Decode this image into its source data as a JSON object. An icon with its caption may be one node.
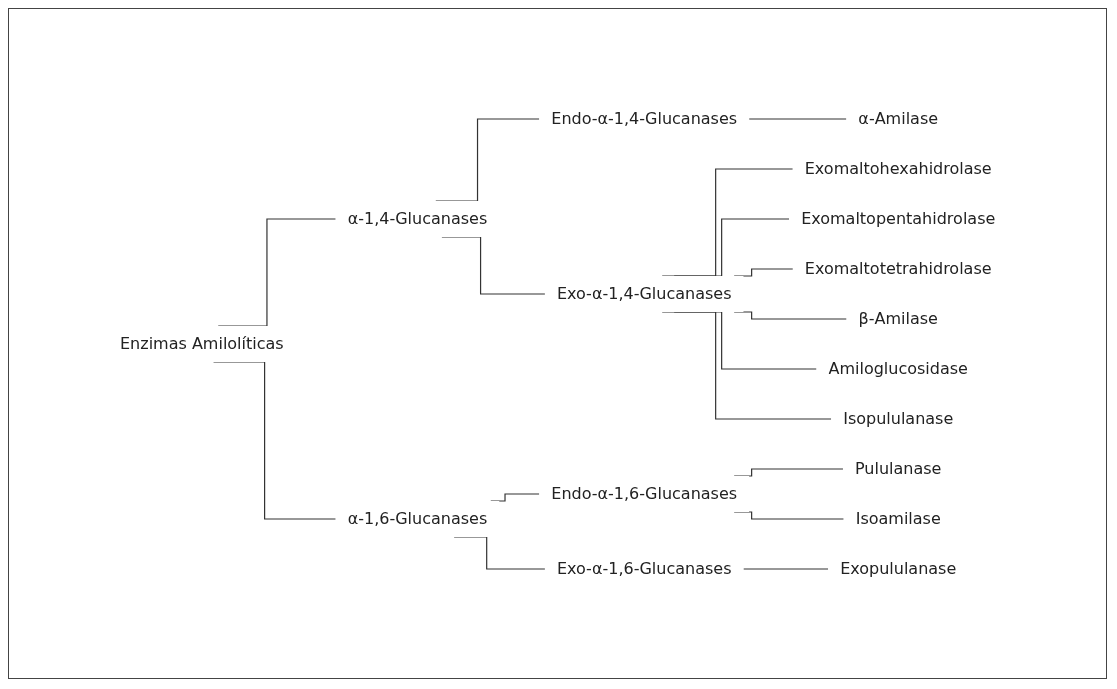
{
  "diagram": {
    "nodes": [
      {
        "text": [
          "Enzimas Amilolíticas"
        ]
      },
      {
        "text": [
          "α-1,4-Glucanases"
        ]
      },
      {
        "text": [
          "Endo-α-1,4-Glucanases"
        ]
      },
      {
        "text": [
          "α-Amilase"
        ]
      },
      {
        "text": [
          "Exo-α-1,4-Glucanases"
        ]
      },
      {
        "text": [
          "Exomaltohexahidrolase"
        ]
      },
      {
        "text": [
          "Exomaltopentahidrolase"
        ]
      },
      {
        "text": [
          "Exomaltotetrahidrolase"
        ]
      },
      {
        "text": [
          "β-Amilase"
        ]
      },
      {
        "text": [
          "Amiloglucosidase"
        ]
      },
      {
        "text": [
          "Isopululanase"
        ]
      },
      {
        "text": [
          "α-1,6-Glucanases"
        ]
      },
      {
        "text": [
          "Endo-α-1,6-Glucanases"
        ]
      },
      {
        "text": [
          "Pululanase"
        ]
      },
      {
        "text": [
          "Isoamilase"
        ]
      },
      {
        "text": [
          "Exo-α-1,6-Glucanases"
        ]
      },
      {
        "text": [
          "Exopululanase"
        ]
      }
    ],
    "edges": [
      {
        "from": 0,
        "to": 1,
        "arrow": "none"
      },
      {
        "from": 0,
        "to": 11,
        "arrow": "none"
      },
      {
        "from": 1,
        "to": 2,
        "arrow": "none"
      },
      {
        "from": 1,
        "to": 4,
        "arrow": "none"
      },
      {
        "from": 2,
        "to": 3,
        "arrow": "none"
      },
      {
        "from": 4,
        "to": 5,
        "arrow": "none"
      },
      {
        "from": 4,
        "to": 6,
        "arrow": "none"
      },
      {
        "from": 4,
        "to": 7,
        "arrow": "none"
      },
      {
        "from": 4,
        "to": 8,
        "arrow": "none"
      },
      {
        "from": 4,
        "to": 9,
        "arrow": "none"
      },
      {
        "from": 4,
        "to": 10,
        "arrow": "none"
      },
      {
        "from": 11,
        "to": 12,
        "arrow": "none"
      },
      {
        "from": 11,
        "to": 15,
        "arrow": "none"
      },
      {
        "from": 12,
        "to": 13,
        "arrow": "none"
      },
      {
        "from": 12,
        "to": 14,
        "arrow": "none"
      },
      {
        "from": 15,
        "to": 16,
        "arrow": "none"
      }
    ]
  }
}
